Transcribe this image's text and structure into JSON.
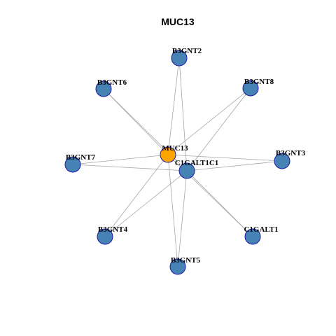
{
  "title": "MUC13",
  "colors": {
    "node_default": "#4682B4",
    "node_focus": "#FFA500",
    "node_border": "#1a1aa6",
    "edge": "#a6a6a6"
  },
  "nodes": [
    {
      "id": "MUC13",
      "label": "MUC13",
      "focus": true
    },
    {
      "id": "C1GALT1C1",
      "label": "C1GALT1C1",
      "focus": false
    },
    {
      "id": "B3GNT2",
      "label": "B3GNT2",
      "focus": false
    },
    {
      "id": "B3GNT6",
      "label": "B3GNT6",
      "focus": false
    },
    {
      "id": "B3GNT8",
      "label": "B3GNT8",
      "focus": false
    },
    {
      "id": "B3GNT7",
      "label": "B3GNT7",
      "focus": false
    },
    {
      "id": "B3GNT3",
      "label": "B3GNT3",
      "focus": false
    },
    {
      "id": "B3GNT4",
      "label": "B3GNT4",
      "focus": false
    },
    {
      "id": "C1GALT1",
      "label": "C1GALT1",
      "focus": false
    },
    {
      "id": "B3GNT5",
      "label": "B3GNT5",
      "focus": false
    }
  ],
  "edges": [
    [
      "MUC13",
      "B3GNT2"
    ],
    [
      "MUC13",
      "B3GNT6"
    ],
    [
      "MUC13",
      "B3GNT8"
    ],
    [
      "MUC13",
      "B3GNT7"
    ],
    [
      "MUC13",
      "B3GNT3"
    ],
    [
      "MUC13",
      "B3GNT4"
    ],
    [
      "MUC13",
      "C1GALT1"
    ],
    [
      "MUC13",
      "B3GNT5"
    ],
    [
      "C1GALT1C1",
      "B3GNT2"
    ],
    [
      "C1GALT1C1",
      "B3GNT6"
    ],
    [
      "C1GALT1C1",
      "B3GNT8"
    ],
    [
      "C1GALT1C1",
      "B3GNT7"
    ],
    [
      "C1GALT1C1",
      "B3GNT3"
    ],
    [
      "C1GALT1C1",
      "B3GNT4"
    ],
    [
      "C1GALT1C1",
      "C1GALT1"
    ],
    [
      "C1GALT1C1",
      "B3GNT5"
    ]
  ]
}
